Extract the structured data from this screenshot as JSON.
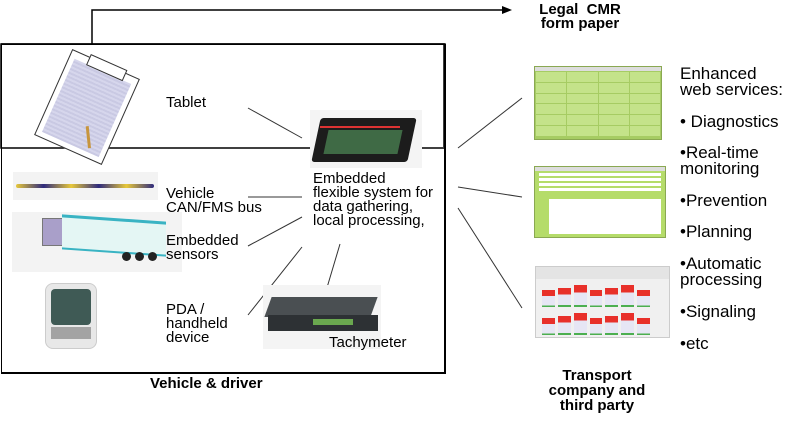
{
  "top_label": {
    "line1": "Legal  CMR",
    "line2": "form paper"
  },
  "vehicle_box": {
    "title": "Vehicle & driver",
    "items": {
      "tablet": "Tablet",
      "can_bus": {
        "line1": "Vehicle",
        "line2": "CAN/FMS bus"
      },
      "sensors": {
        "line1": "Embedded",
        "line2": "sensors"
      },
      "pda": {
        "line1": "PDA /",
        "line2": "handheld",
        "line3": "device"
      },
      "tachymeter": "Tachymeter",
      "embedded_system": {
        "line1": "Embedded",
        "line2": "flexible system for",
        "line3": "data gathering,",
        "line4": "local processing,"
      }
    }
  },
  "services": {
    "heading": {
      "line1": "Enhanced",
      "line2": "web services:"
    },
    "bullets": [
      {
        "line1": "• Diagnostics"
      },
      {
        "line1": "•Real-time",
        "line2": "monitoring"
      },
      {
        "line1": "•Prevention"
      },
      {
        "line1": "•Planning"
      },
      {
        "line1": "•Automatic",
        "line2": "processing"
      },
      {
        "line1": "•Signaling"
      },
      {
        "line1": "•etc"
      }
    ]
  },
  "bottom_right_label": {
    "line1": "Transport",
    "line2": "company and",
    "line3": "third party"
  },
  "colors": {
    "screen_green": "#b5dc6a",
    "bar_red": "#e8302a",
    "bar_green": "#4caf50"
  }
}
